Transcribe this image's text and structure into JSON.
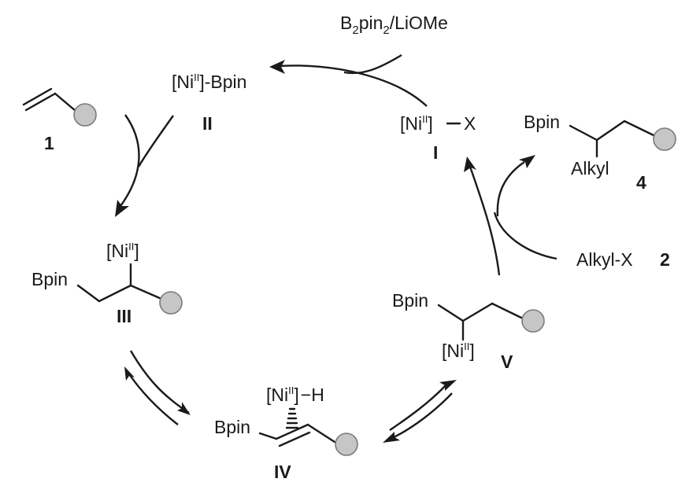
{
  "colors": {
    "ink": "#1a1a1a",
    "substrate_ball_fill": "#c6c6c6",
    "substrate_ball_stroke": "#7a7a7a",
    "background": "#ffffff"
  },
  "reagent": {
    "b2pin2_prefix": "B",
    "b2pin2_sub1": "2",
    "b2pin2_mid": "pin",
    "b2pin2_sub2": "2",
    "b2pin2_suffix": "/LiOMe"
  },
  "species_I": {
    "ni_open": "[Ni",
    "ni_ox": "II",
    "ni_close": "]",
    "ligand": "X",
    "label": "I"
  },
  "species_II": {
    "ni_open": "[Ni",
    "ni_ox": "II",
    "ni_close": "]",
    "ligand": "-Bpin",
    "label": "II"
  },
  "species_III": {
    "ni_open": "[Ni",
    "ni_ox": "II",
    "ni_close": "]",
    "group": "Bpin",
    "label": "III"
  },
  "species_IV": {
    "ni_open": "[Ni",
    "ni_ox": "II",
    "ni_close": "]",
    "hydride": "H",
    "group": "Bpin",
    "label": "IV"
  },
  "species_V": {
    "ni_open": "[Ni",
    "ni_ox": "II",
    "ni_close": "]",
    "group": "Bpin",
    "label": "V"
  },
  "compound_1": {
    "label": "1"
  },
  "compound_2": {
    "text": "Alkyl-X",
    "label": "2"
  },
  "compound_4": {
    "group": "Bpin",
    "alkyl": "Alkyl",
    "label": "4"
  }
}
